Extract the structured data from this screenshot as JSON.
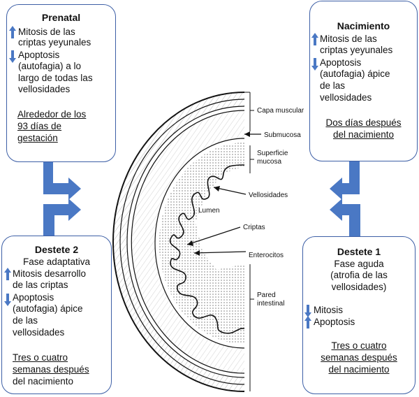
{
  "boxes": {
    "prenatal": {
      "title": "Prenatal",
      "items": [
        {
          "direction": "up",
          "lines": [
            "Mitosis de las",
            "criptas yeyunales"
          ]
        },
        {
          "direction": "down",
          "lines": [
            "Apoptosis",
            "(autofagia) a lo",
            "largo de todas las",
            "vellosidades"
          ]
        }
      ],
      "timing": [
        "Alrededor de los",
        "93 días de",
        "gestación"
      ]
    },
    "nacimiento": {
      "title": "Nacimiento",
      "items": [
        {
          "direction": "up",
          "lines": [
            "Mitosis de las",
            "criptas yeyunales"
          ]
        },
        {
          "direction": "down",
          "lines": [
            "Apoptosis",
            "(autofagia) ápice",
            "de las",
            "vellosidades"
          ]
        }
      ],
      "timing": [
        "Dos días después",
        "del nacimiento"
      ]
    },
    "destete2": {
      "title": "Destete 2",
      "phase": "Fase adaptativa",
      "items": [
        {
          "direction": "up",
          "lines": [
            "Mitosis desarrollo",
            "de las criptas"
          ]
        },
        {
          "direction": "down",
          "lines": [
            "Apoptosis",
            "(autofagia) ápice",
            "de las",
            "vellosidades"
          ]
        }
      ],
      "timing": [
        "Tres o cuatro",
        "semanas después",
        "del nacimiento"
      ]
    },
    "destete1": {
      "title": "Destete 1",
      "phase": [
        "Fase aguda",
        "(atrofia de las",
        "vellosidades)"
      ],
      "items": [
        {
          "direction": "down",
          "lines": [
            "Mitosis"
          ]
        },
        {
          "direction": "up",
          "lines": [
            "Apoptosis"
          ]
        }
      ],
      "timing": [
        "Tres o cuatro",
        "semanas después",
        "del nacimiento"
      ]
    }
  },
  "diagram_labels": {
    "capa_muscular": "Capa muscular",
    "submucosa": "Submucosa",
    "superficie_mucosa": [
      "Superficie",
      "mucosa"
    ],
    "vellosidades": "Vellosidades",
    "lumen": "Lumen",
    "criptas": "Criptas",
    "enterocitos": "Enterocitos",
    "pared_intestinal": [
      "Pared",
      "intestinal"
    ]
  },
  "colors": {
    "box_border": "#3d5fa6",
    "flow_arrow": "#4a78c4",
    "up_arrow": "#4a78c4",
    "down_arrow": "#4a78c4"
  }
}
